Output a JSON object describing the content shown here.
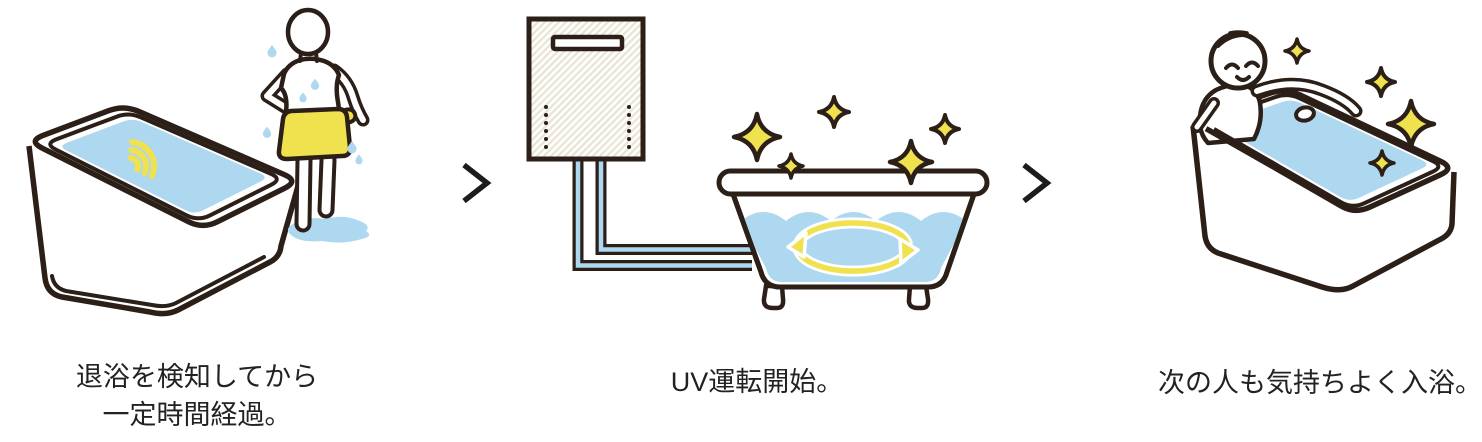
{
  "figure": {
    "type": "process-flow-illustration",
    "steps": [
      {
        "index": 1,
        "illustration": "bathtub-ripple-sensor-with-person-exiting",
        "caption_lines": [
          "退浴を検知してから",
          "一定時間経過。"
        ]
      },
      {
        "index": 2,
        "illustration": "water-heater-pipes-uv-circulation-bathtub",
        "caption_lines": [
          "UV運転開始。"
        ]
      },
      {
        "index": 3,
        "illustration": "person-relaxing-in-sparkling-clean-bathtub",
        "caption_lines": [
          "次の人も気持ちよく入浴。"
        ]
      }
    ],
    "separator_icon": "chevron-right"
  },
  "colors": {
    "outline": "#2b1f18",
    "water": "#aed7f0",
    "yellow": "#f0e24f",
    "hatch": "#e9e6d8",
    "text": "#222222",
    "chevron": "#1c1c1c",
    "background": "#ffffff"
  }
}
